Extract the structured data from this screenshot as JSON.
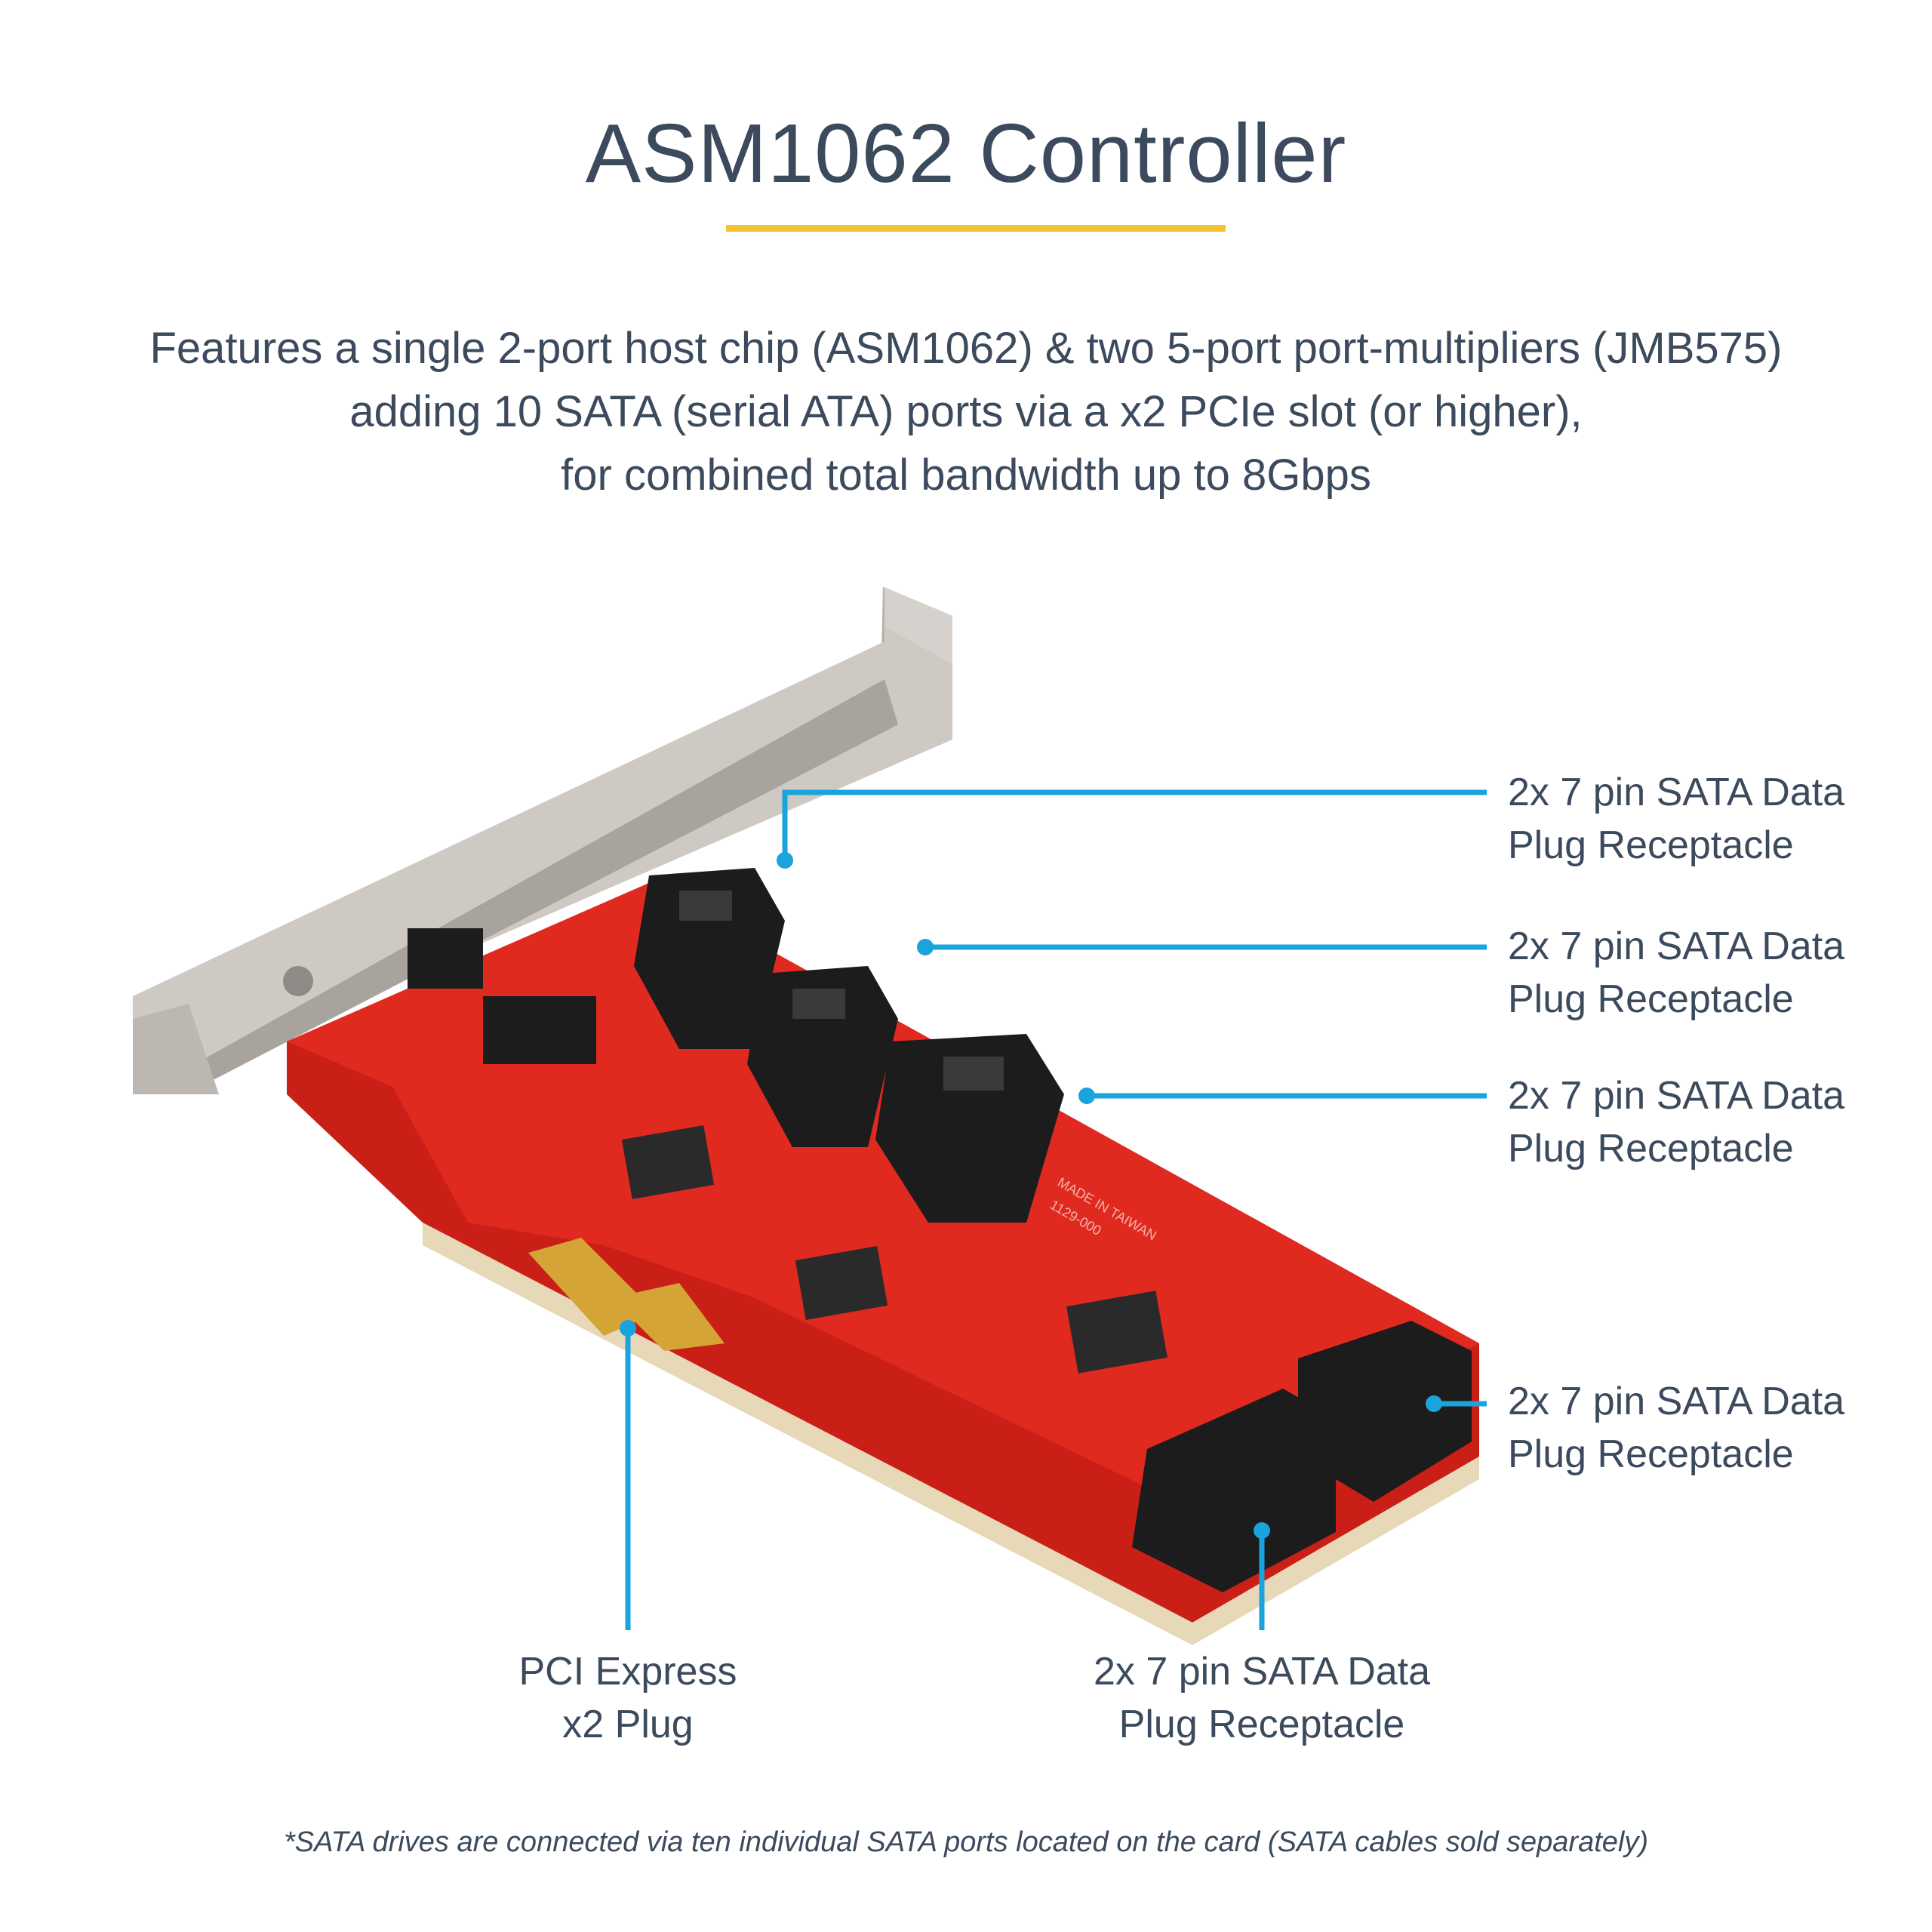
{
  "title": "ASM1062 Controller",
  "description_lines": [
    "Features a single 2-port host chip (ASM1062) & two 5-port port-multipliers (JMB575)",
    "adding 10 SATA (serial ATA) ports via a x2 PCIe slot (or higher),",
    "for combined total bandwidth up to 8Gbps"
  ],
  "callouts": {
    "top_1": [
      "2x 7 pin SATA Data",
      "Plug Receptacle"
    ],
    "top_2": [
      "2x 7 pin SATA Data",
      "Plug Receptacle"
    ],
    "top_3": [
      "2x 7 pin SATA Data",
      "Plug Receptacle"
    ],
    "right_bottom": [
      "2x 7 pin SATA Data",
      "Plug Receptacle"
    ],
    "bottom_center": [
      "2x 7 pin SATA Data",
      "Plug Receptacle"
    ],
    "pcie": [
      "PCI Express",
      "x2 Plug"
    ]
  },
  "board_print": {
    "made_in": "MADE IN TAIWAN",
    "part": "1129-000"
  },
  "footnote": "*SATA drives are connected via ten individual SATA ports located on the card (SATA cables sold separately)",
  "colors": {
    "text": "#3b4a5c",
    "accent_rule": "#f2c230",
    "callout_line": "#1aa3dc",
    "pcb_red": "#d9261c",
    "connector_black": "#1c1c1c",
    "gold_contacts": "#d4a437",
    "bracket_metal": "#c9c4bf"
  }
}
